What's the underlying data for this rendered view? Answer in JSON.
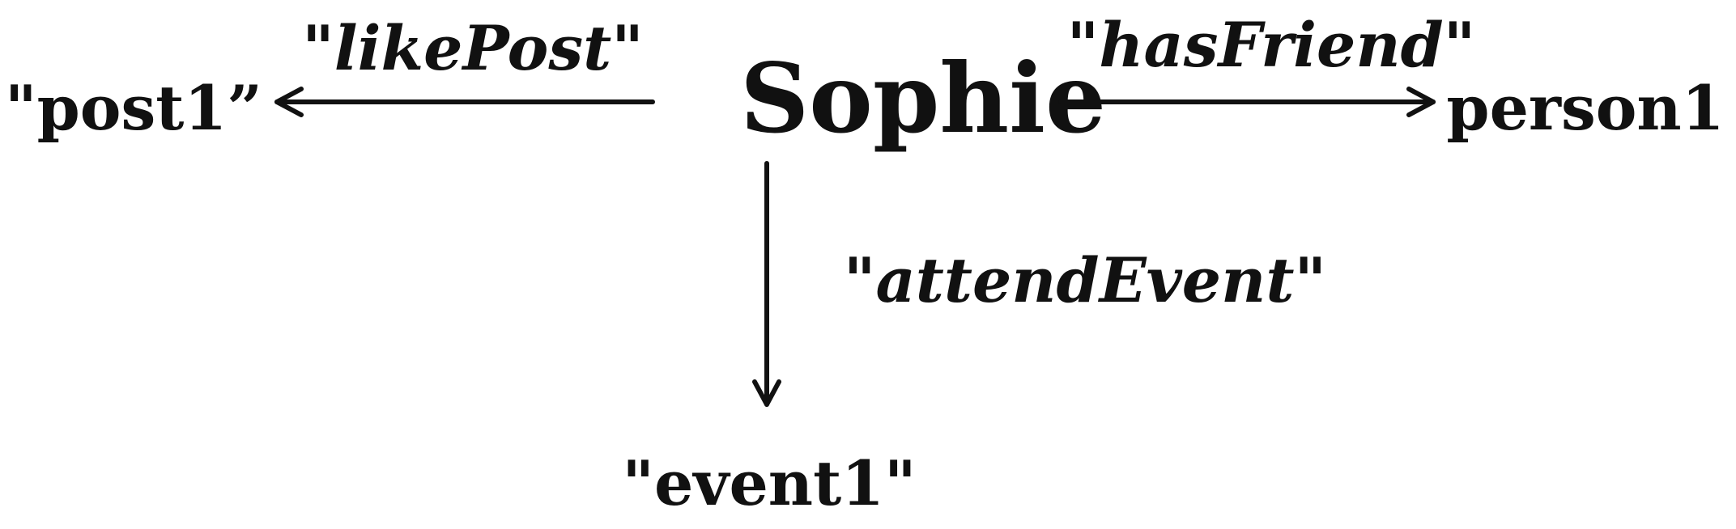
{
  "nodes": {
    "center": "Sophie",
    "left": "\"post1”",
    "right": "person1",
    "bottom": "\"event1\""
  },
  "edges": {
    "left": "\"likePost\"",
    "right": "\"hasFriend\"",
    "bottom": "\"attendEvent\""
  }
}
